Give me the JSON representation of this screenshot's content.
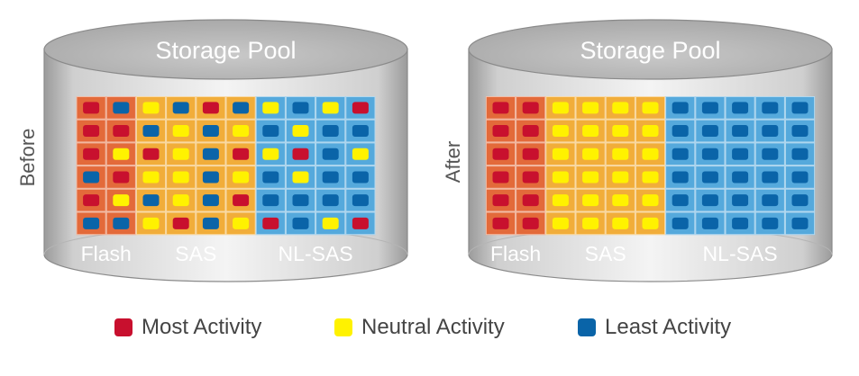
{
  "colors": {
    "flash": "#e36a3a",
    "sas": "#f1ad3a",
    "nlsas": "#55a9dc",
    "most": "#c8102e",
    "neutral": "#fff200",
    "least": "#0a64a8"
  },
  "panels": [
    {
      "title": "Storage Pool",
      "side_label": "Before",
      "tier_labels": {
        "flash": "Flash",
        "sas": "SAS",
        "nlsas": "NL-SAS"
      },
      "grid": [
        "mlnlmlnlnm",
        "mmlnlnlnll",
        "mnmnlmnmln",
        "lmnnlnlnll",
        "mnlnlmllll",
        "llnmlnmlnm"
      ]
    },
    {
      "title": "Storage Pool",
      "side_label": "After",
      "tier_labels": {
        "flash": "Flash",
        "sas": "SAS",
        "nlsas": "NL-SAS"
      },
      "grid": [
        "mmnnnnlllll",
        "mmnnnnlllll",
        "mmnnnnlllll",
        "mmnnnnlllll",
        "mmnnnnlllll",
        "mmnnnnlllll"
      ]
    }
  ],
  "legend": [
    {
      "key": "most",
      "label": "Most Activity"
    },
    {
      "key": "neutral",
      "label": "Neutral Activity"
    },
    {
      "key": "least",
      "label": "Least Activity"
    }
  ]
}
